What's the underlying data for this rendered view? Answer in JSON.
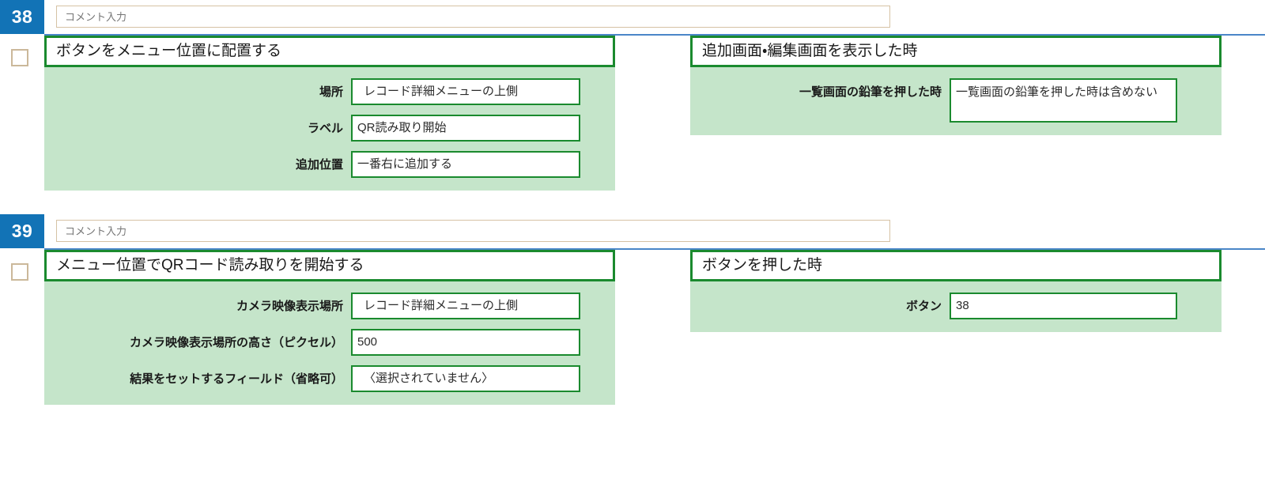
{
  "colors": {
    "badge_blue": "#1273b6",
    "panel_green": "#c5e5ca",
    "border_green": "#1a8a2e",
    "checkbox_tan": "#cbb89a",
    "divider_blue": "#4a86c8"
  },
  "comment_placeholder": "コメント入力",
  "rows": [
    {
      "seq": "38",
      "comment_value": "",
      "checked": false,
      "action_card": {
        "title": "ボタンをメニュー位置に配置する",
        "params": [
          {
            "label": "場所",
            "value": "レコード詳細メニューの上側",
            "indent": true,
            "tall": false
          },
          {
            "label": "ラベル",
            "value": "QR読み取り開始",
            "indent": false,
            "tall": false
          },
          {
            "label": "追加位置",
            "value": "一番右に追加する",
            "indent": false,
            "tall": false
          }
        ]
      },
      "condition_card": {
        "title": "追加画面・編集画面を表示した時",
        "params": [
          {
            "label": "一覧画面の鉛筆を押した時",
            "value": "一覧画面の鉛筆を押した時は含めない",
            "indent": false,
            "tall": true
          }
        ]
      }
    },
    {
      "seq": "39",
      "comment_value": "",
      "checked": false,
      "action_card": {
        "title": "メニュー位置でQRコード読み取りを開始する",
        "params": [
          {
            "label": "カメラ映像表示場所",
            "value": "レコード詳細メニューの上側",
            "indent": true,
            "tall": false
          },
          {
            "label": "カメラ映像表示場所の高さ（ピクセル）",
            "value": "500",
            "indent": false,
            "tall": false
          },
          {
            "label": "結果をセットするフィールド（省略可）",
            "value": "〈選択されていません〉",
            "indent": true,
            "tall": false
          }
        ]
      },
      "condition_card": {
        "title": "ボタンを押した時",
        "params": [
          {
            "label": "ボタン",
            "value": "38",
            "indent": false,
            "tall": false
          }
        ]
      }
    }
  ]
}
